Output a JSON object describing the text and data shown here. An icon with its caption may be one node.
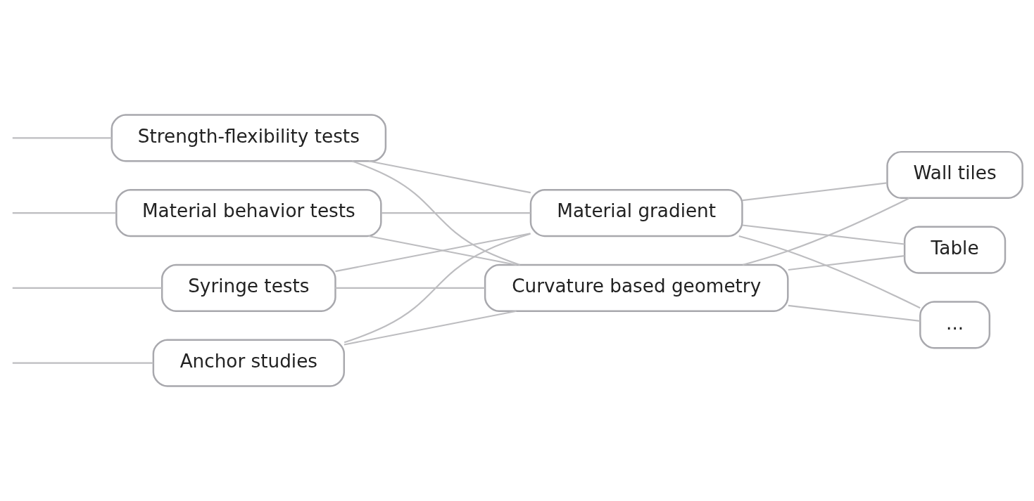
{
  "diagram": {
    "nodes": [
      {
        "text": [
          "Strength-flexibility tests"
        ]
      },
      {
        "text": [
          "Material behavior tests"
        ]
      },
      {
        "text": [
          "Syringe tests"
        ]
      },
      {
        "text": [
          "Anchor studies"
        ]
      },
      {
        "text": [
          "Material gradient"
        ]
      },
      {
        "text": [
          "Curvature based geometry"
        ]
      },
      {
        "text": [
          "Wall tiles"
        ]
      },
      {
        "text": [
          "Table"
        ]
      },
      {
        "text": [
          "..."
        ]
      }
    ],
    "edges": [
      {
        "from": null,
        "to": 0,
        "arrow": "none"
      },
      {
        "from": null,
        "to": 1,
        "arrow": "none"
      },
      {
        "from": null,
        "to": 3,
        "arrow": "none"
      },
      {
        "from": null,
        "to": 2,
        "arrow": "none"
      },
      {
        "from": 0,
        "to": 4,
        "arrow": "none"
      },
      {
        "from": 0,
        "to": 5,
        "arrow": "none"
      },
      {
        "from": 1,
        "to": 4,
        "arrow": "none"
      },
      {
        "from": 1,
        "to": 5,
        "arrow": "none"
      },
      {
        "from": 2,
        "to": 4,
        "arrow": "none"
      },
      {
        "from": 2,
        "to": 5,
        "arrow": "none"
      },
      {
        "from": 3,
        "to": 4,
        "arrow": "none"
      },
      {
        "from": 3,
        "to": 5,
        "arrow": "none"
      },
      {
        "from": 4,
        "to": 6,
        "arrow": "none"
      },
      {
        "from": 4,
        "to": 7,
        "arrow": "none"
      },
      {
        "from": 4,
        "to": 8,
        "arrow": "none"
      },
      {
        "from": 5,
        "to": 6,
        "arrow": "none"
      },
      {
        "from": 5,
        "to": 7,
        "arrow": "none"
      },
      {
        "from": 5,
        "to": 8,
        "arrow": "none"
      }
    ]
  }
}
